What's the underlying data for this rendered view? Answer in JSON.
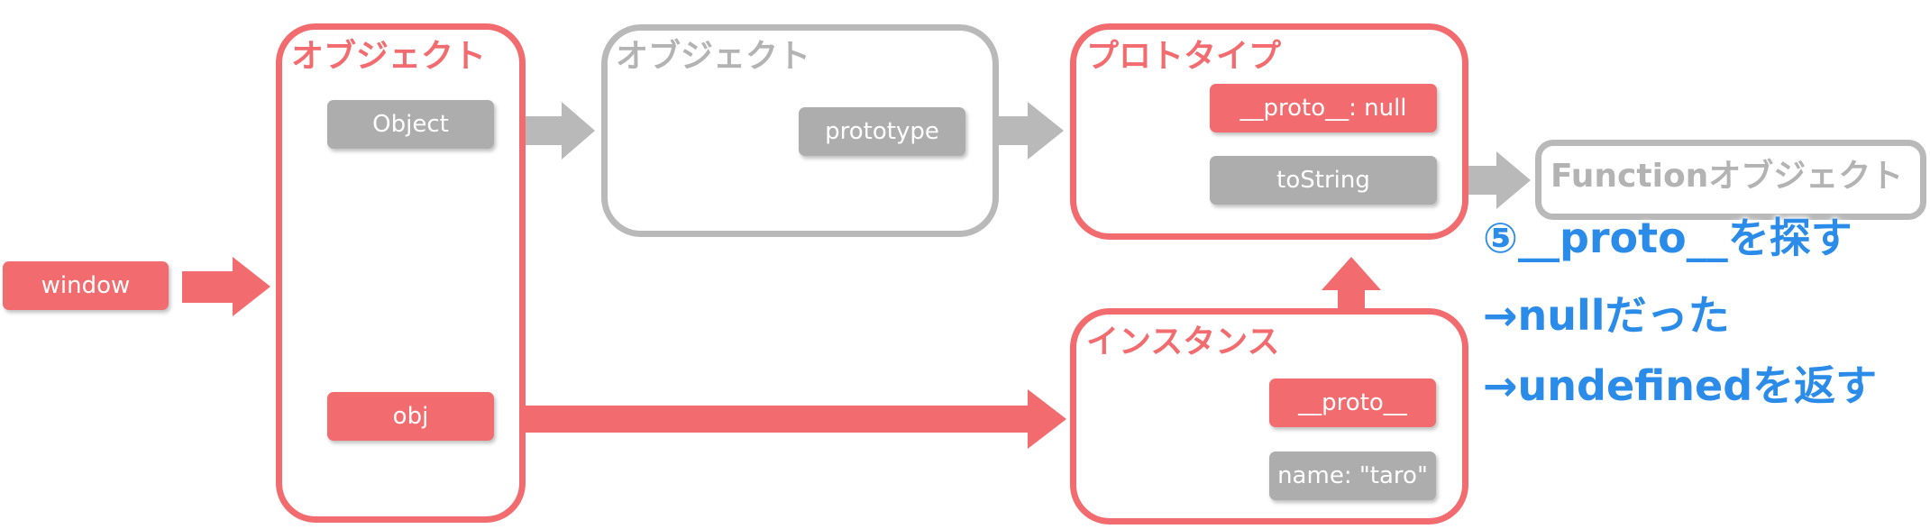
{
  "colors": {
    "red": "#f26b6e",
    "gray": "#b9b9b9",
    "note_blue": "#2b8be8"
  },
  "window_label": "window",
  "global_object": {
    "title": "オブジェクト",
    "object_label": "Object",
    "obj_label": "obj"
  },
  "object_function": {
    "title": "オブジェクト",
    "prototype_label": "prototype"
  },
  "prototype_box": {
    "title": "プロトタイプ",
    "proto_null_label": "__proto__: null",
    "tostring_label": "toString"
  },
  "function_object": {
    "title": "Functionオブジェクト"
  },
  "instance_box": {
    "title": "インスタンス",
    "proto_label": "__proto__",
    "name_label": "name: \"taro\""
  },
  "notes": {
    "line1": "⑤__proto__を探す",
    "line2": "→nullだった",
    "line3": "→undefinedを返す"
  }
}
